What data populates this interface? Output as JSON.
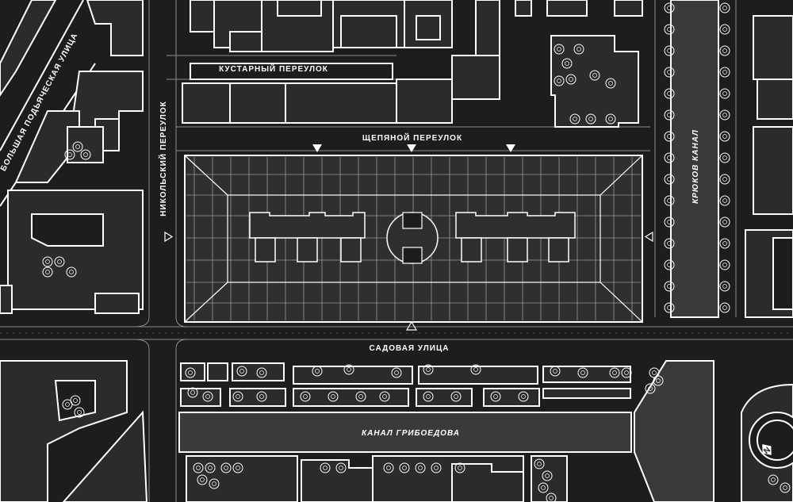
{
  "colors": {
    "background": "#1d1d1d",
    "block_fill": "#2b2b2b",
    "outline": "#ffffff",
    "water": "#3a3a3a",
    "roof_grid": "#9a9a9a"
  },
  "labels": {
    "kustarny": "КУСТАРНЫЙ ПЕРЕУЛОК",
    "shchepyanoy": "ЩЕПЯНОЙ ПЕРЕУЛОК",
    "nikolsky": "НИКОЛЬСКИЙ ПЕРЕУЛОК",
    "bolshaya_podyacheskaya": "БОЛЬШАЯ ПОДЬЯЧЕСКАЯ УЛИЦА",
    "kryukov": "КРЮКОВ КАНАЛ",
    "sadovaya": "САДОВАЯ УЛИЦА",
    "griboedov": "КАНАЛ ГРИБОЕДОВА",
    "north_marker": "N"
  },
  "icons": {
    "tree": "tree-icon",
    "view_marker": "triangle-marker-icon",
    "north": "north-arrow-icon"
  }
}
